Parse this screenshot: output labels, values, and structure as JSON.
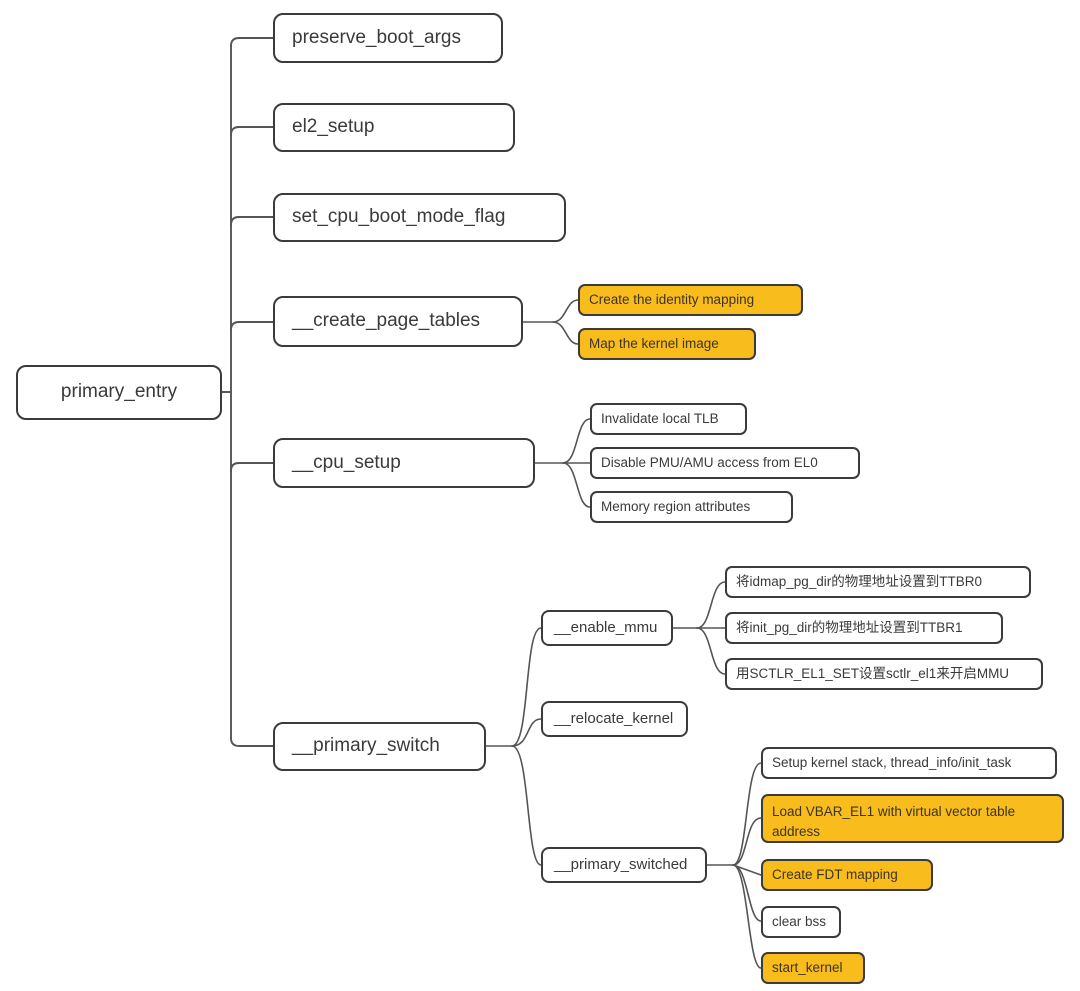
{
  "diagram": {
    "type": "mindmap",
    "orientation": "left-to-right",
    "palette": {
      "node_fill": "#ffffff",
      "node_border": "#3b3b3b",
      "highlight_fill": "#f8bc1c",
      "text": "#3a3a3a",
      "connector": "#555555",
      "background": "#ffffff"
    },
    "root": {
      "label": "primary_entry"
    },
    "branches": [
      {
        "label": "preserve_boot_args",
        "highlight": false,
        "children": []
      },
      {
        "label": "el2_setup",
        "highlight": false,
        "children": []
      },
      {
        "label": "set_cpu_boot_mode_flag",
        "highlight": false,
        "children": []
      },
      {
        "label": "__create_page_tables",
        "highlight": false,
        "children": [
          {
            "label": "Create the identity mapping",
            "highlight": true
          },
          {
            "label": "Map the kernel image",
            "highlight": true
          }
        ]
      },
      {
        "label": "__cpu_setup",
        "highlight": false,
        "children": [
          {
            "label": "Invalidate local TLB",
            "highlight": false
          },
          {
            "label": "Disable PMU/AMU access from EL0",
            "highlight": false
          },
          {
            "label": "Memory region attributes",
            "highlight": false
          }
        ]
      },
      {
        "label": "__primary_switch",
        "highlight": false,
        "children": [
          {
            "label": "__enable_mmu",
            "highlight": false,
            "children": [
              {
                "label": "将idmap_pg_dir的物理地址设置到TTBR0",
                "highlight": false
              },
              {
                "label": "将init_pg_dir的物理地址设置到TTBR1",
                "highlight": false
              },
              {
                "label": "用SCTLR_EL1_SET设置sctlr_el1来开启MMU",
                "highlight": false
              }
            ]
          },
          {
            "label": "__relocate_kernel",
            "highlight": false,
            "children": []
          },
          {
            "label": "__primary_switched",
            "highlight": false,
            "children": [
              {
                "label": "Setup kernel stack, thread_info/init_task",
                "highlight": false
              },
              {
                "label": "Load VBAR_EL1 with virtual vector table address",
                "highlight": true
              },
              {
                "label": "Create FDT mapping",
                "highlight": true
              },
              {
                "label": "clear bss",
                "highlight": false
              },
              {
                "label": "start_kernel",
                "highlight": true
              }
            ]
          }
        ]
      }
    ]
  }
}
